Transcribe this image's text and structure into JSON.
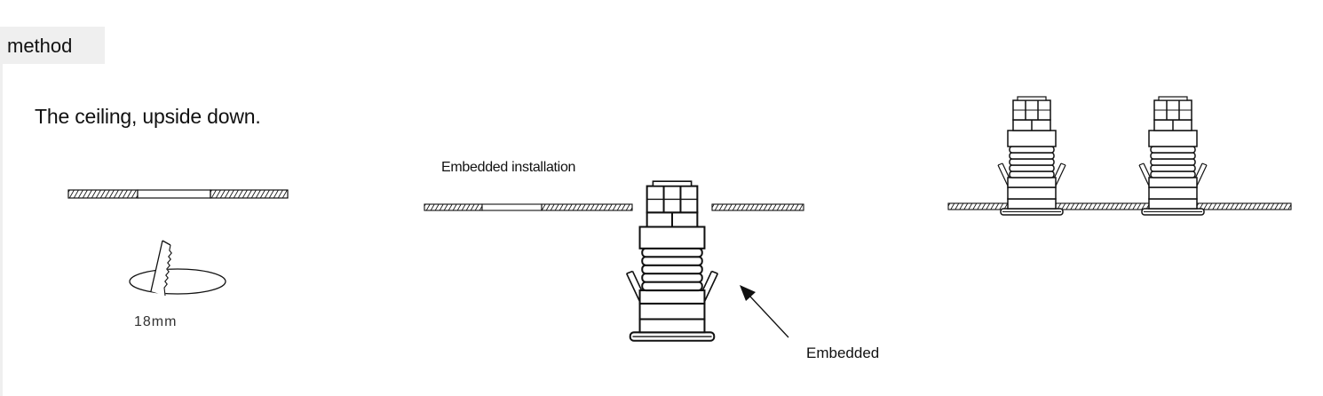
{
  "header": {
    "title": "method"
  },
  "step1": {
    "title": "The ceiling, upside down.",
    "hole_size": "18mm"
  },
  "step2": {
    "title": "Embedded installation",
    "callout": "Embedded"
  },
  "colors": {
    "line": "#111111",
    "tab_background": "#efefef"
  },
  "icons": [
    "hole-saw-icon",
    "spring-clip-fixture-icon"
  ]
}
